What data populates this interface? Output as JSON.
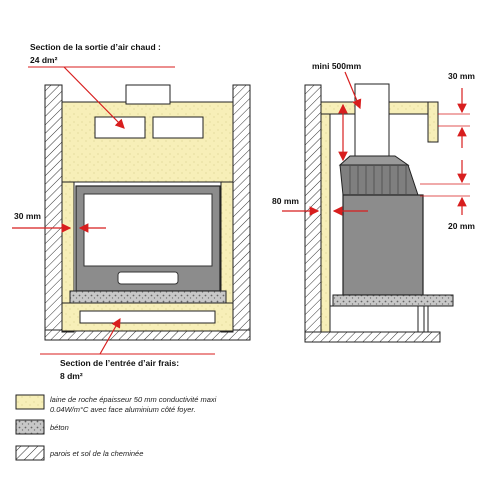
{
  "labels": {
    "hot_air_line1": "Section de la sortie d’air chaud :",
    "hot_air_line2": "24 dm²",
    "fresh_air_line1": "Section de l’entrée d’air frais:",
    "fresh_air_line2": "8 dm²",
    "gap_front": "30 mm",
    "mini": "mini 500mm",
    "side_top": "30 mm",
    "side_left": "80 mm",
    "side_bottom": "20 mm"
  },
  "legend": [
    {
      "pattern": "wool",
      "line1": "laine de roche épaisseur 50 mm conductivité maxi",
      "line2": "0.04W/m°C avec face aluminium côté foyer."
    },
    {
      "pattern": "concrete",
      "line1": "béton",
      "line2": ""
    },
    {
      "pattern": "hatch",
      "line1": "parois et sol de la cheminée",
      "line2": ""
    }
  ],
  "colors": {
    "wool": "#f7efb8",
    "concrete": "#bfbfbf",
    "firebox": "#8c8c8c",
    "arrow": "#d81e1e",
    "line": "#222222"
  }
}
